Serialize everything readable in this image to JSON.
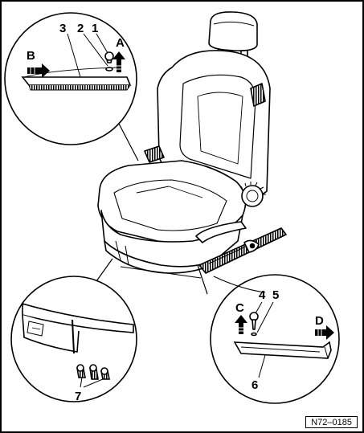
{
  "figure_code": "N72–0185",
  "labels": {
    "num_1": "1",
    "num_2": "2",
    "num_3": "3",
    "num_4": "4",
    "num_5": "5",
    "num_6": "6",
    "num_7": "7",
    "letter_a": "A",
    "letter_b": "B",
    "letter_c": "C",
    "letter_d": "D"
  },
  "colors": {
    "line": "#000000",
    "fill": "#ffffff",
    "shade": "#e6e6e6",
    "arrow": "#000000"
  }
}
